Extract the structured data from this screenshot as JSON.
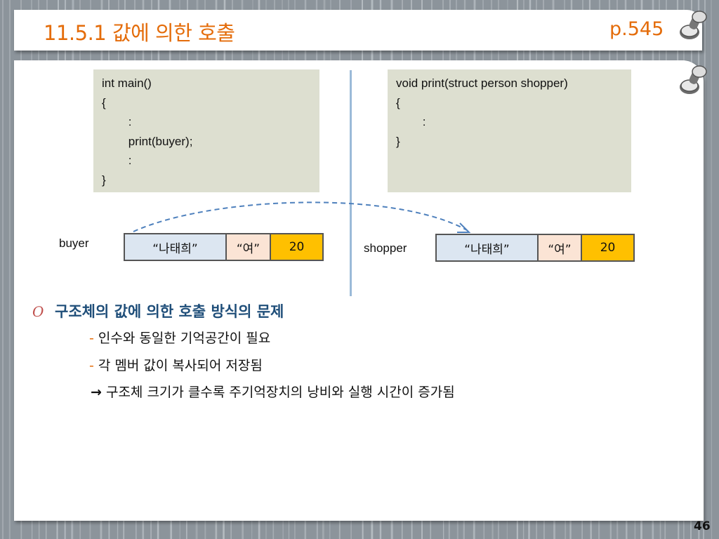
{
  "slide": {
    "title": "11.5.1 값에 의한 호출",
    "page_ref": "p.545",
    "slide_number": "46"
  },
  "code_left": {
    "lines": [
      "int main()",
      "{",
      "        :",
      "        print(buyer);",
      "        :",
      "}"
    ]
  },
  "code_right": {
    "lines": [
      "void print(struct person shopper)",
      "{",
      "",
      "        :",
      "",
      "}"
    ]
  },
  "struct_buyer": {
    "label": "buyer",
    "cells": [
      "“나태희”",
      "“여”",
      "20"
    ]
  },
  "struct_shopper": {
    "label": "shopper",
    "cells": [
      "“나태희”",
      "“여”",
      "20"
    ]
  },
  "bullets": {
    "glyph": "O",
    "heading": "구조체의 값에 의한 호출 방식의 문제",
    "items": [
      {
        "dash": "-",
        "text": "인수와 동일한 기억공간이 필요"
      },
      {
        "dash": "-",
        "text": "각 멤버 값이 복사되어 저장됨"
      }
    ],
    "conclusion_arrow": "→",
    "conclusion": "구조체 크기가 클수록 주기억장치의 낭비와 실행 시간이 증가됨"
  },
  "colors": {
    "title": "#e46c0a",
    "heading": "#1f4e79",
    "name_cell": "#dce6f1",
    "sex_cell": "#fbe4d5",
    "age_cell": "#ffc000",
    "code_bg": "#dddfd0",
    "arrow": "#4f81bd"
  }
}
